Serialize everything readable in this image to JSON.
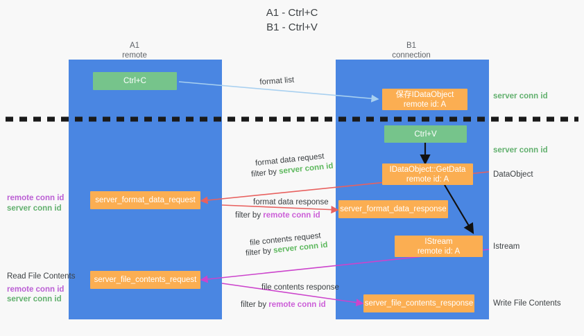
{
  "title": {
    "line1": "A1 - Ctrl+C",
    "line2": "B1 - Ctrl+V"
  },
  "columns": [
    {
      "id": "a1",
      "name": "A1",
      "sub": "remote"
    },
    {
      "id": "b1",
      "name": "B1",
      "sub": "connection"
    }
  ],
  "nodes": {
    "ctrl_c": {
      "label": "Ctrl+C",
      "color": "#76c48b"
    },
    "save_idataobject": {
      "label": "保存IDataObject",
      "sub": "remote id: A",
      "color": "#fbae52"
    },
    "ctrl_v": {
      "label": "Ctrl+V",
      "color": "#76c48b"
    },
    "getdata": {
      "label": "IDataObject::GetData",
      "sub": "remote id: A",
      "color": "#fbae52"
    },
    "format_data_request": {
      "label": "server_format_data_request",
      "color": "#fbae52"
    },
    "format_data_response": {
      "label": "server_format_data_response",
      "color": "#fbae52"
    },
    "istream": {
      "label": "IStream",
      "sub": "remote id: A",
      "color": "#fbae52"
    },
    "file_contents_request": {
      "label": "server_file_contents_request",
      "color": "#fbae52"
    },
    "file_contents_response": {
      "label": "server_file_contents_response",
      "color": "#fbae52"
    }
  },
  "edge_labels": {
    "format_list": "format list",
    "format_data_request_l1": "format data request",
    "format_data_request_l2_pre": "filter by ",
    "format_data_request_l2_key": "server conn id",
    "format_data_response_l1": "format data response",
    "format_data_response_l2_pre": "filter by ",
    "format_data_response_l2_key": "remote conn id",
    "file_contents_request_l1": "file contents request",
    "file_contents_request_l2_pre": "filter by ",
    "file_contents_request_l2_key": "server conn id",
    "file_contents_response_l1": "file contents response",
    "file_contents_response_l2_pre": "filter by ",
    "file_contents_response_l2_key": "remote conn id"
  },
  "annotations": {
    "right_server_conn_1": "server conn id",
    "right_server_conn_2": "server conn id",
    "right_dataobject": "DataObject",
    "right_istream": "Istream",
    "right_write_file_contents": "Write File Contents",
    "left_remote_conn_1": "remote conn id",
    "left_server_conn_1": "server conn id",
    "left_read_file_contents": "Read File Contents",
    "left_remote_conn_2": "remote conn id",
    "left_server_conn_2": "server conn id"
  },
  "colors": {
    "column": "#4a86e2",
    "orange": "#fbae52",
    "green": "#76c48b",
    "arrow_blue": "#a8d0f0",
    "arrow_red": "#e8615f",
    "arrow_magenta": "#cc44cc",
    "arrow_black": "#000000",
    "divider": "#1a1a1a",
    "green_text": "#62b06e",
    "purple_text": "#bb5fd4"
  }
}
